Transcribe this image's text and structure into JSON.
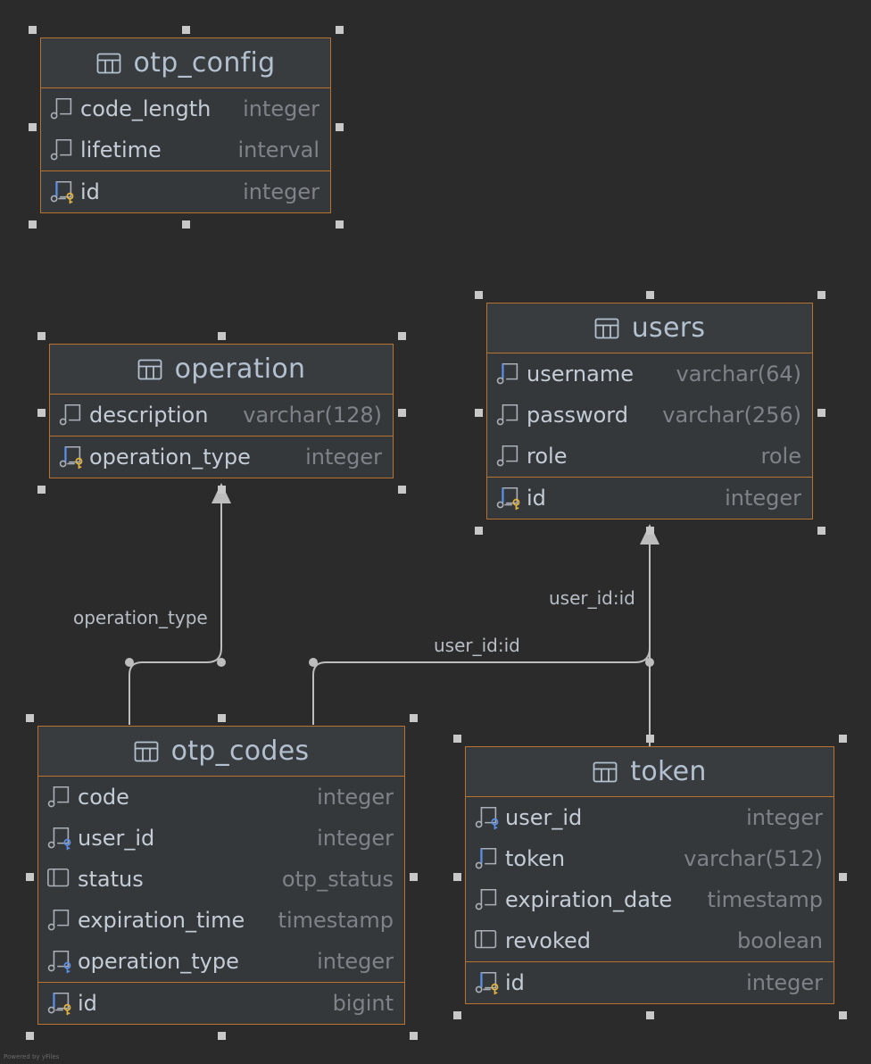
{
  "colors": {
    "background": "#2b2b2b",
    "table_fill": "#35383b",
    "table_border": "#b9732f",
    "edge": "#bdbdbd",
    "pk_key": "#e3b341",
    "fk_key": "#5b8fe8"
  },
  "tables": [
    {
      "id": "otp_config",
      "title": "otp_config",
      "fields": [
        {
          "name": "code_length",
          "type": "integer",
          "icon": "column-icon"
        },
        {
          "name": "lifetime",
          "type": "interval",
          "icon": "column-icon"
        }
      ],
      "pk": [
        {
          "name": "id",
          "type": "integer",
          "icon": "primary-key-icon"
        }
      ]
    },
    {
      "id": "operation",
      "title": "operation",
      "fields": [
        {
          "name": "description",
          "type": "varchar(128)",
          "icon": "column-icon"
        }
      ],
      "pk": [
        {
          "name": "operation_type",
          "type": "integer",
          "icon": "primary-key-icon"
        }
      ]
    },
    {
      "id": "users",
      "title": "users",
      "fields": [
        {
          "name": "username",
          "type": "varchar(64)",
          "icon": "unique-column-icon"
        },
        {
          "name": "password",
          "type": "varchar(256)",
          "icon": "column-icon"
        },
        {
          "name": "role",
          "type": "role",
          "icon": "column-icon"
        }
      ],
      "pk": [
        {
          "name": "id",
          "type": "integer",
          "icon": "primary-key-icon"
        }
      ]
    },
    {
      "id": "otp_codes",
      "title": "otp_codes",
      "fields": [
        {
          "name": "code",
          "type": "integer",
          "icon": "column-icon"
        },
        {
          "name": "user_id",
          "type": "integer",
          "icon": "foreign-key-icon"
        },
        {
          "name": "status",
          "type": "otp_status",
          "icon": "nullable-column-icon"
        },
        {
          "name": "expiration_time",
          "type": "timestamp",
          "icon": "column-icon"
        },
        {
          "name": "operation_type",
          "type": "integer",
          "icon": "foreign-key-icon"
        }
      ],
      "pk": [
        {
          "name": "id",
          "type": "bigint",
          "icon": "primary-key-icon"
        }
      ]
    },
    {
      "id": "token",
      "title": "token",
      "fields": [
        {
          "name": "user_id",
          "type": "integer",
          "icon": "foreign-key-icon"
        },
        {
          "name": "token",
          "type": "varchar(512)",
          "icon": "unique-column-icon"
        },
        {
          "name": "expiration_date",
          "type": "timestamp",
          "icon": "column-icon"
        },
        {
          "name": "revoked",
          "type": "boolean",
          "icon": "nullable-column-icon"
        }
      ],
      "pk": [
        {
          "name": "id",
          "type": "integer",
          "icon": "primary-key-icon"
        }
      ]
    }
  ],
  "relationships": [
    {
      "from": "otp_codes",
      "to": "operation",
      "label": "operation_type"
    },
    {
      "from": "otp_codes",
      "to": "users",
      "label": "user_id:id"
    },
    {
      "from": "token",
      "to": "users",
      "label": "user_id:id"
    }
  ],
  "footer": {
    "credit": "Powered by yFiles"
  }
}
